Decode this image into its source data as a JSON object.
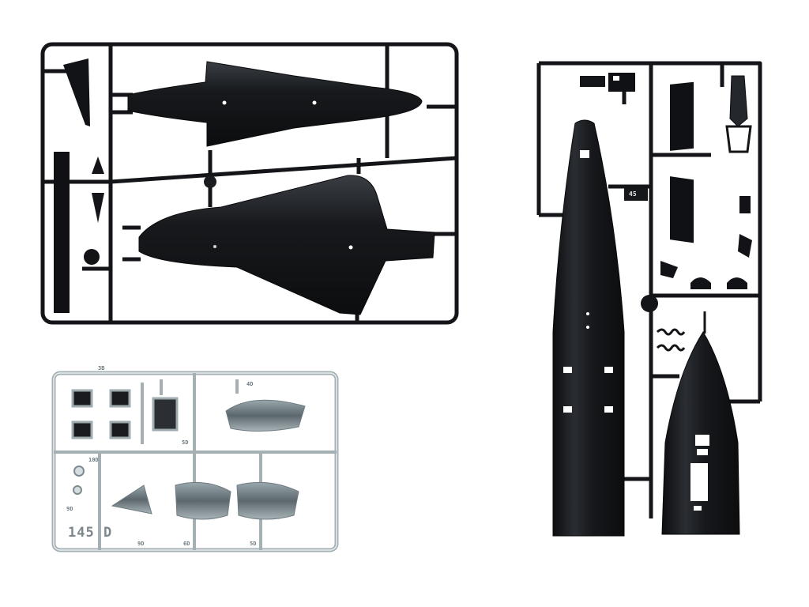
{
  "photo": {
    "subject": "model-kit-sprues",
    "colors": {
      "background": "#ffffff",
      "black_plastic": "#111214",
      "black_sheen": "#2b2e33",
      "clear_plastic_frame": "#c9d2d5",
      "clear_plastic_edge": "#8b979c"
    }
  },
  "sprues": {
    "clear": {
      "code": "145 D",
      "part_numbers": [
        "3B",
        "4D",
        "5D",
        "10D",
        "9D",
        "9D",
        "6D",
        "5D"
      ]
    },
    "right": {
      "code": "45"
    }
  }
}
